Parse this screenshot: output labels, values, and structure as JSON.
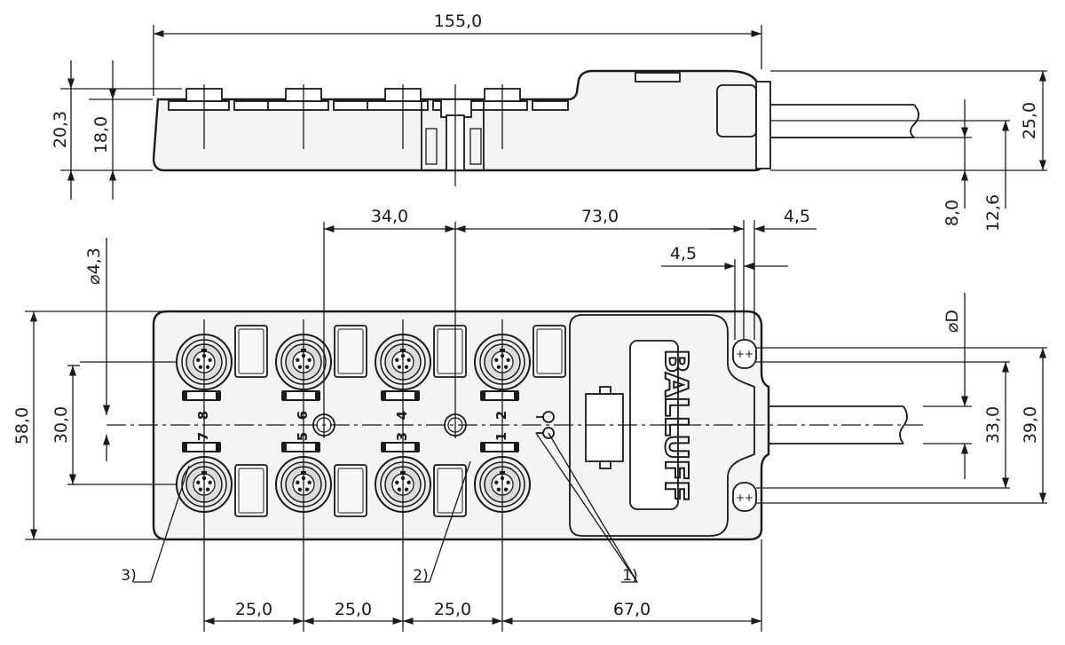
{
  "side_view": {
    "dimensions": {
      "overall_length": "155,0",
      "height_total": "20,3",
      "height_body": "18,0",
      "cable_height": "25,0",
      "cable_offset_a": "8,0",
      "cable_offset_b": "12,6"
    }
  },
  "top_view": {
    "dimensions": {
      "hole_diameter": "⌀4,3",
      "hole_spacing": "34,0",
      "hole_to_end": "73,0",
      "end_offset_a": "4,5",
      "end_offset_b": "4,5",
      "width": "58,0",
      "hole_row_spacing": "30,0",
      "cable_diameter": "⌀D",
      "mount_spacing_a": "33,0",
      "mount_spacing_b": "39,0",
      "port_pitch_1": "25,0",
      "port_pitch_2": "25,0",
      "port_pitch_3": "25,0",
      "port_to_end": "67,0"
    },
    "port_numbers_top": [
      "8",
      "6",
      "4",
      "2"
    ],
    "port_numbers_bottom": [
      "7",
      "5",
      "3",
      "1"
    ],
    "brand": "BALLUFF",
    "callouts": [
      "1)",
      "2)",
      "3)"
    ]
  }
}
